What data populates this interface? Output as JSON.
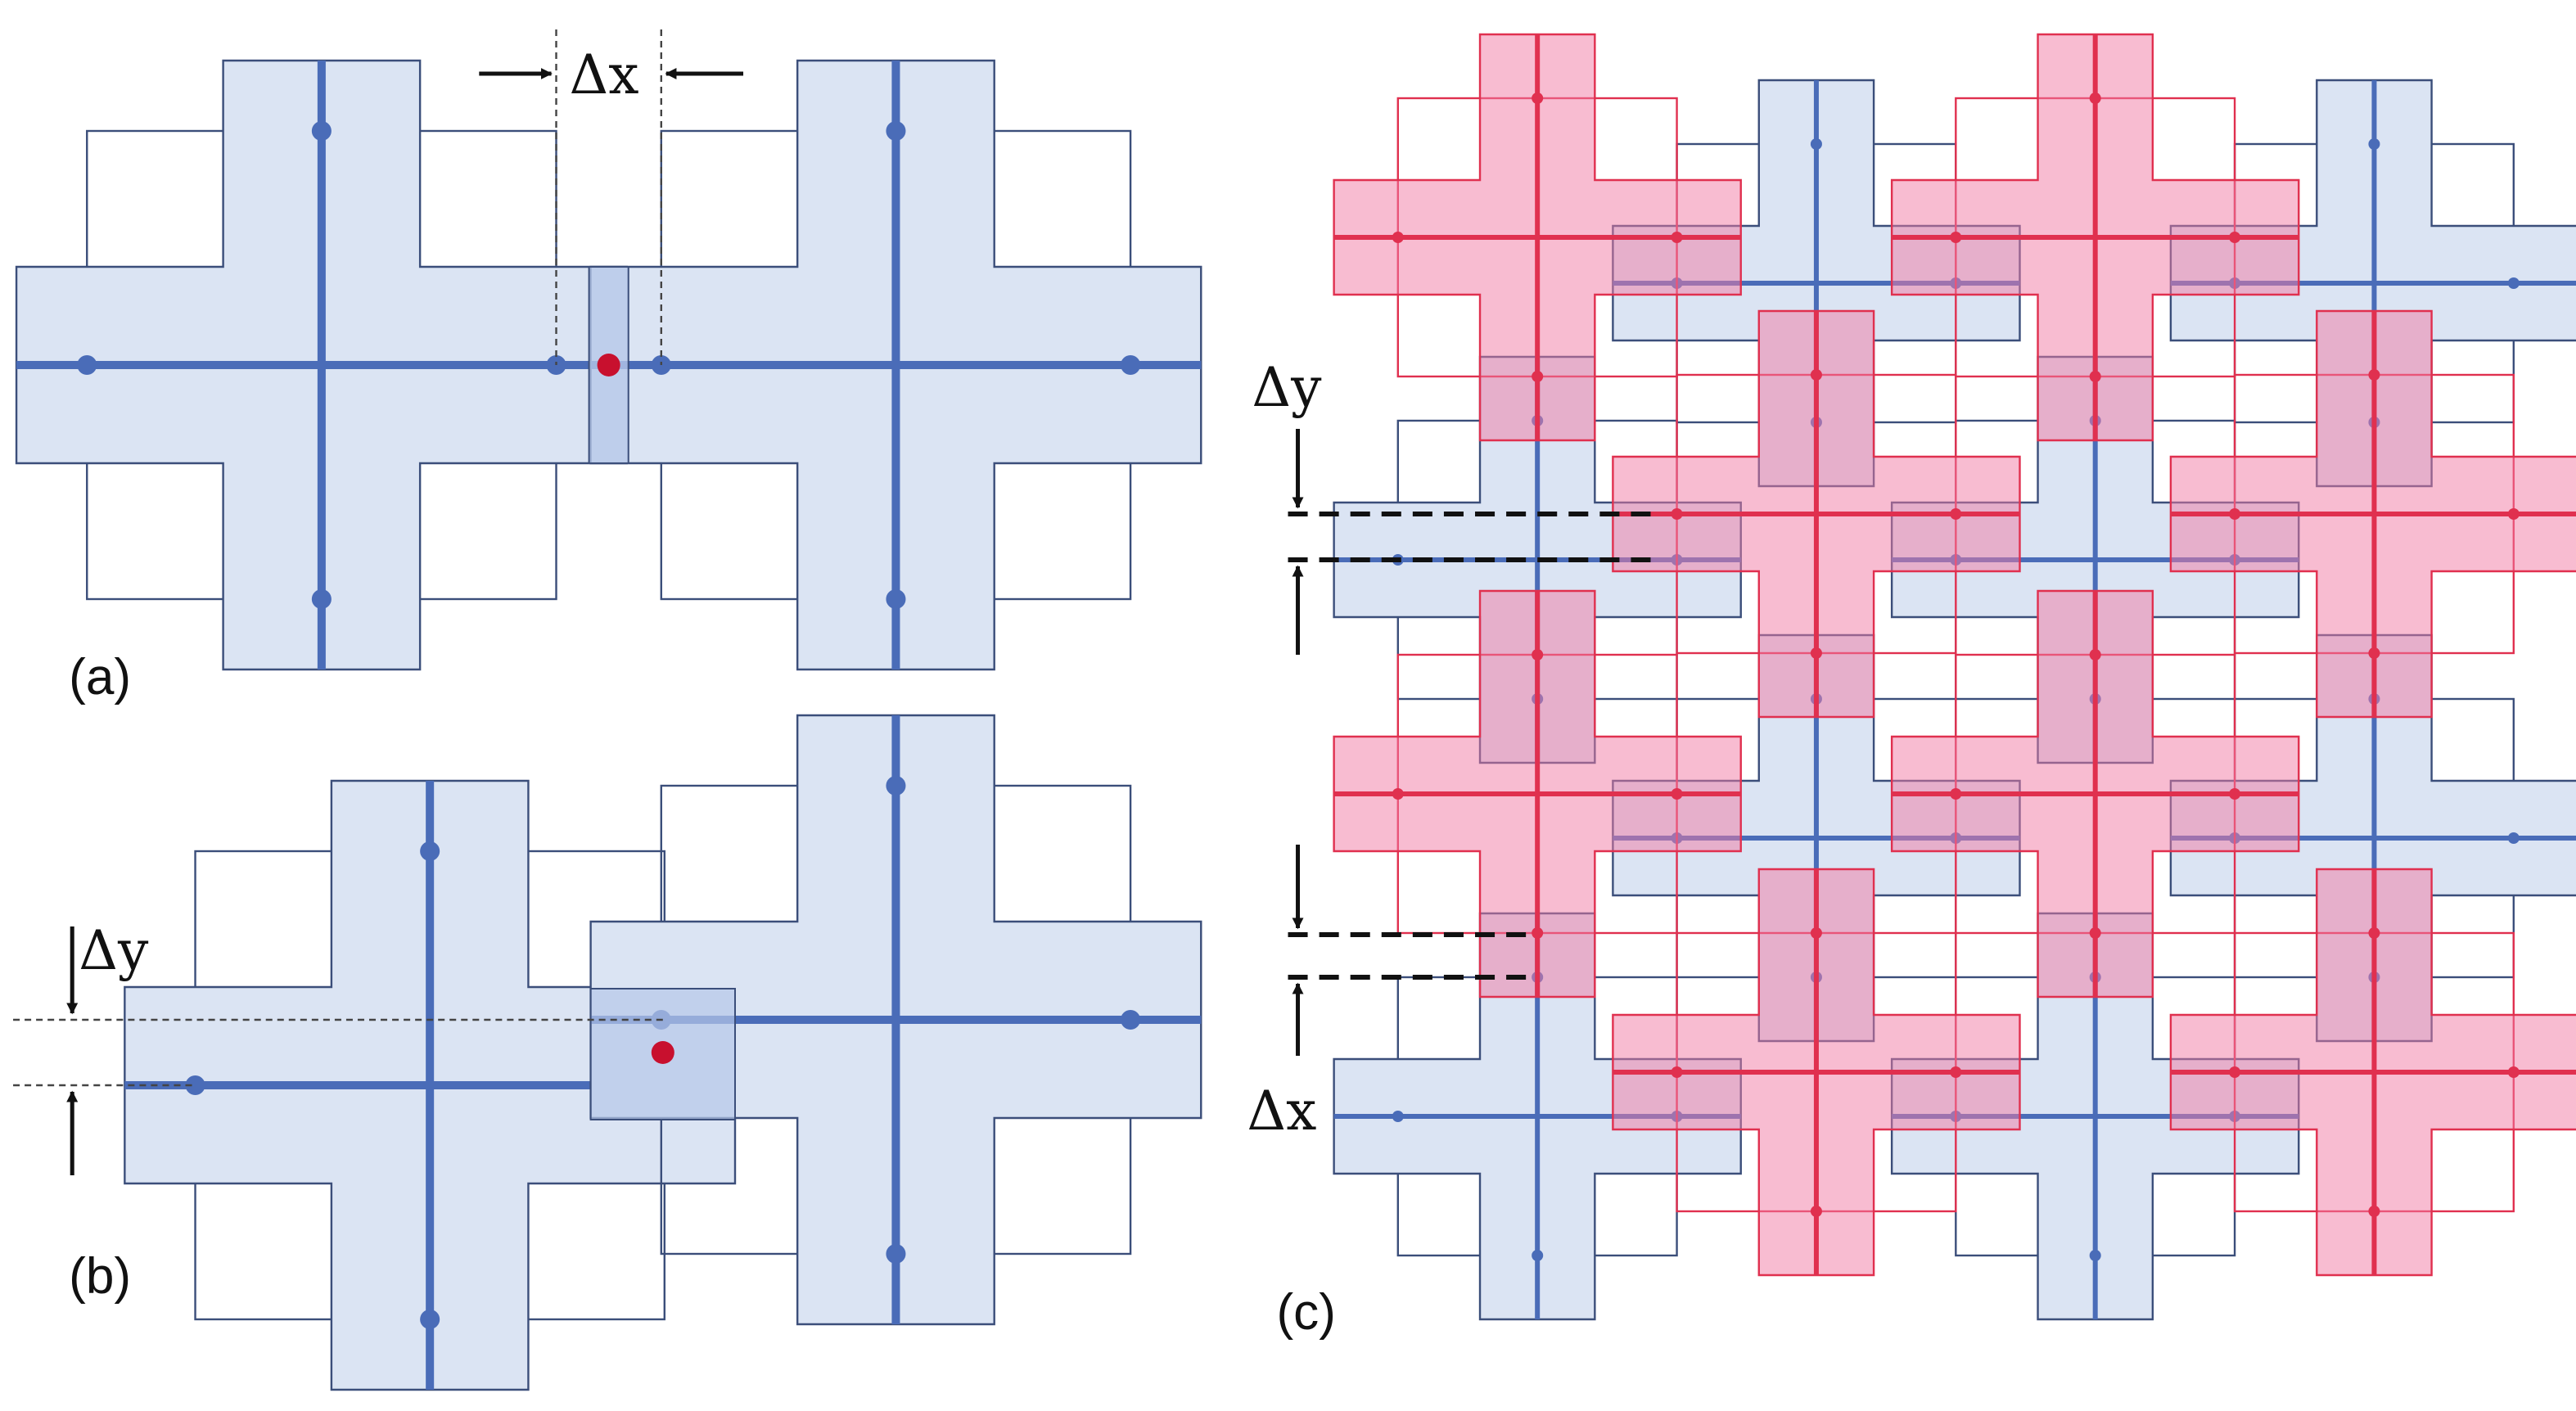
{
  "figure": {
    "labels": {
      "panel_a": "(a)",
      "panel_b": "(b)",
      "panel_c": "(c)",
      "delta_x": "Δx",
      "delta_y": "Δy"
    },
    "colors": {
      "blue_fill": "#dbe4f3",
      "blue_line": "#4a6cb8",
      "outline": "#3b4e7a",
      "red_point": "#c8102e",
      "pink_fill": "#f27aa4",
      "pink_line": "#e0304f",
      "background": "#ffffff"
    }
  }
}
